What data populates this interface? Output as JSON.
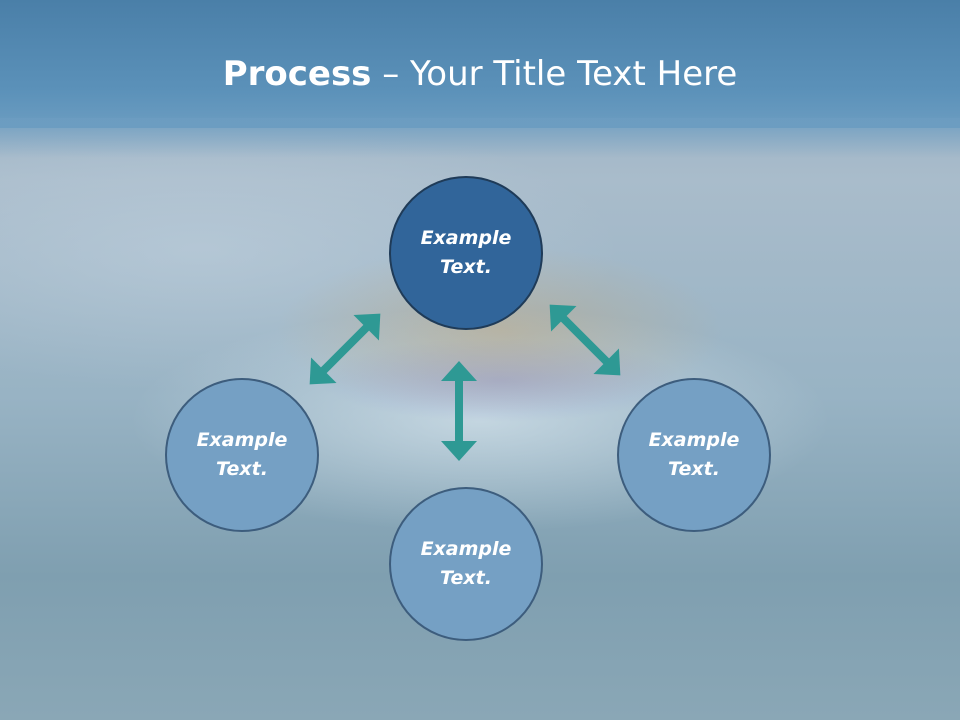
{
  "title": {
    "bold": "Process",
    "rest": " – Your Title Text Here"
  },
  "nodes": {
    "top": "Example\nText.",
    "left": "Example\nText.",
    "right": "Example\nText.",
    "bottom": "Example\nText."
  },
  "colors": {
    "header": "#5b91b9",
    "center_circle": "#31659a",
    "outer_circle": "#75a0c4",
    "arrow": "#2e9994"
  }
}
